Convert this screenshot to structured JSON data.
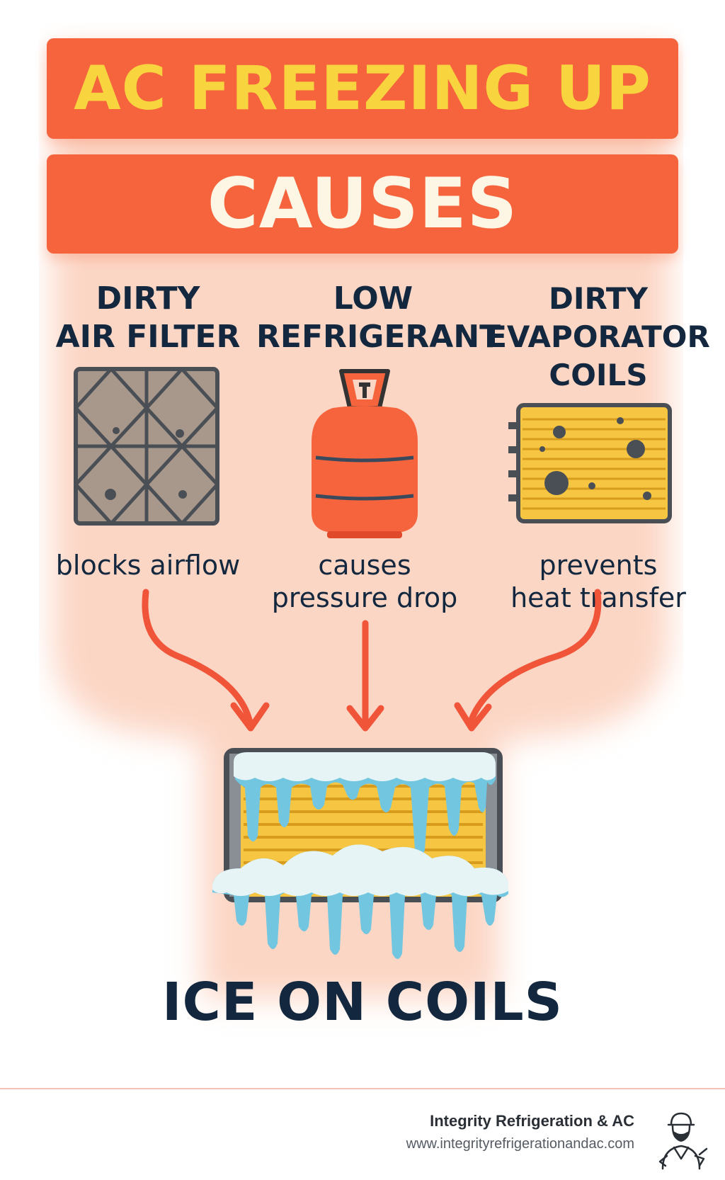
{
  "header": {
    "title": "AC FREEZING UP",
    "subtitle": "CAUSES"
  },
  "causes": [
    {
      "title": "DIRTY\nAIR FILTER",
      "effect": "blocks airflow",
      "icon": "air-filter-icon"
    },
    {
      "title": "LOW\nREFRIGERANT",
      "effect": "causes\npressure drop",
      "icon": "refrigerant-tank-icon"
    },
    {
      "title": "DIRTY\nEVAPORATOR\nCOILS",
      "effect": "prevents\nheat transfer",
      "icon": "dirty-coil-icon"
    }
  ],
  "result": {
    "label": "ICE ON COILS",
    "icon": "frozen-coil-icon"
  },
  "footer": {
    "company": "Integrity Refrigeration & AC",
    "url": "www.integrityrefrigerationandac.com",
    "logo": "technician-logo-icon"
  },
  "colors": {
    "banner": "#f6643d",
    "title_text": "#f8d53f",
    "subtitle_text": "#fdf6e4",
    "text_dark": "#13283e",
    "glow": "#fbd2c1",
    "arrow": "#f0553a",
    "ice": "#dbeef2",
    "ice_drip": "#72c6df",
    "coil": "#f6c643"
  }
}
